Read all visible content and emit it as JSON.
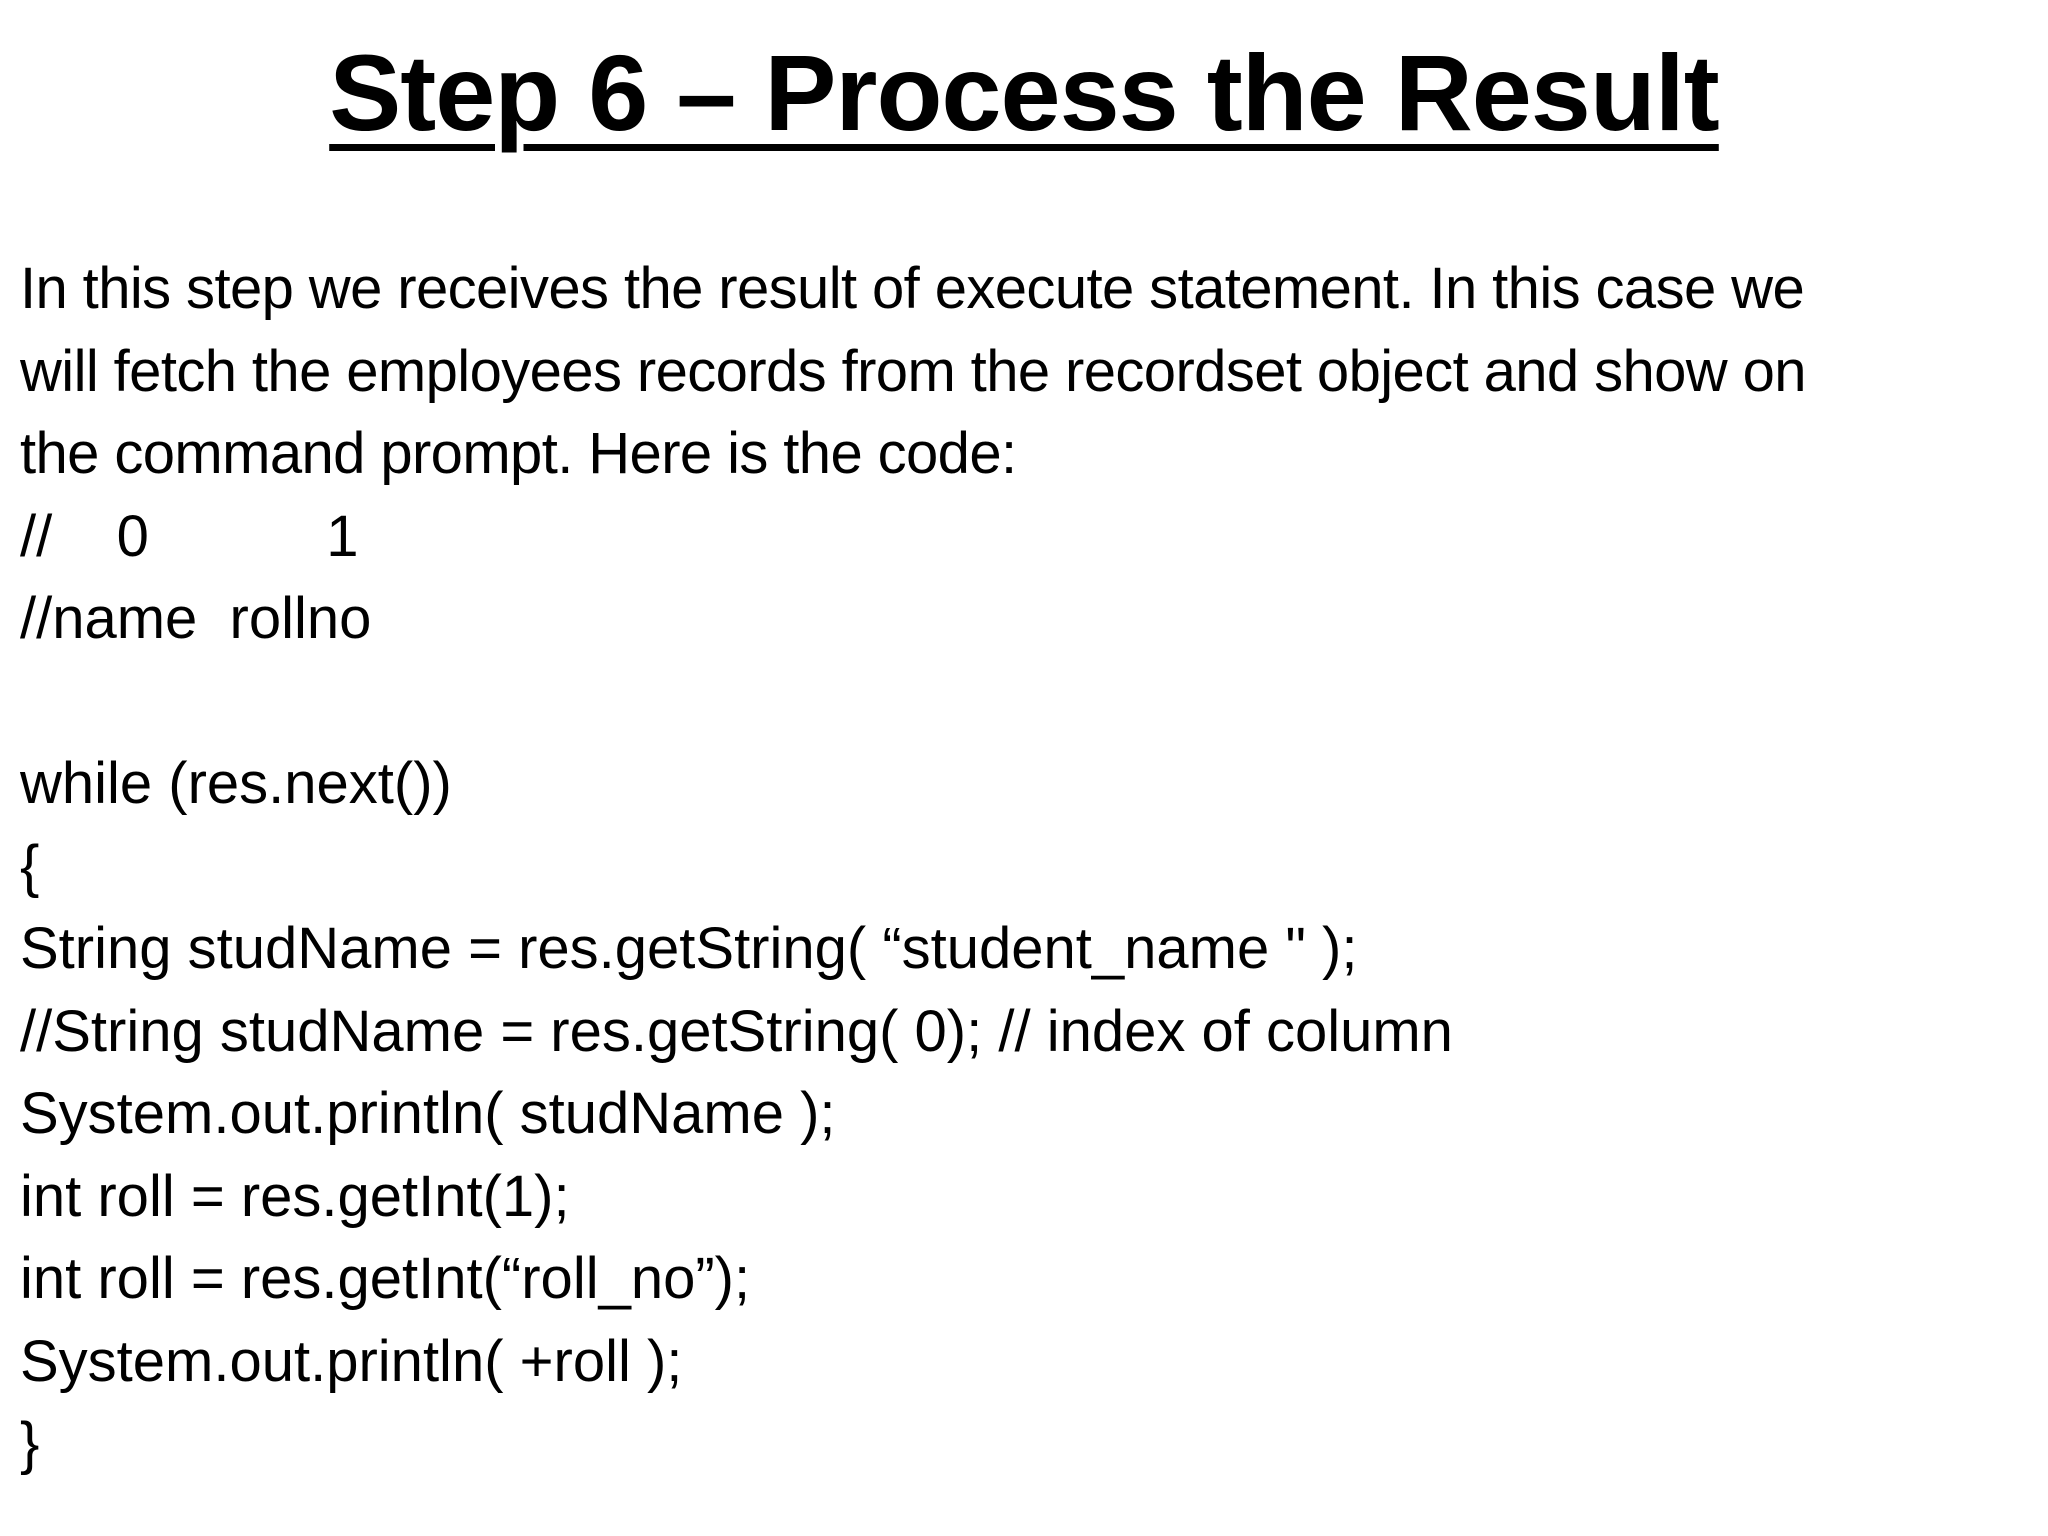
{
  "title": "Step 6 – Process the Result",
  "intro_lines": [
    "In this step we receives the result of execute statement. In this case we",
    "will fetch the employees records from the recordset object and show on",
    "the command prompt. Here is the code:"
  ],
  "code_lines": [
    "//    0           1",
    "//name  rollno",
    "",
    "while (res.next())",
    "{",
    "String studName = res.getString( “student_name \" );",
    "//String studName = res.getString( 0); // index of column",
    "System.out.println( studName );",
    "int roll = res.getInt(1);",
    "int roll = res.getInt(“roll_no”);",
    "System.out.println( +roll );",
    "}"
  ]
}
